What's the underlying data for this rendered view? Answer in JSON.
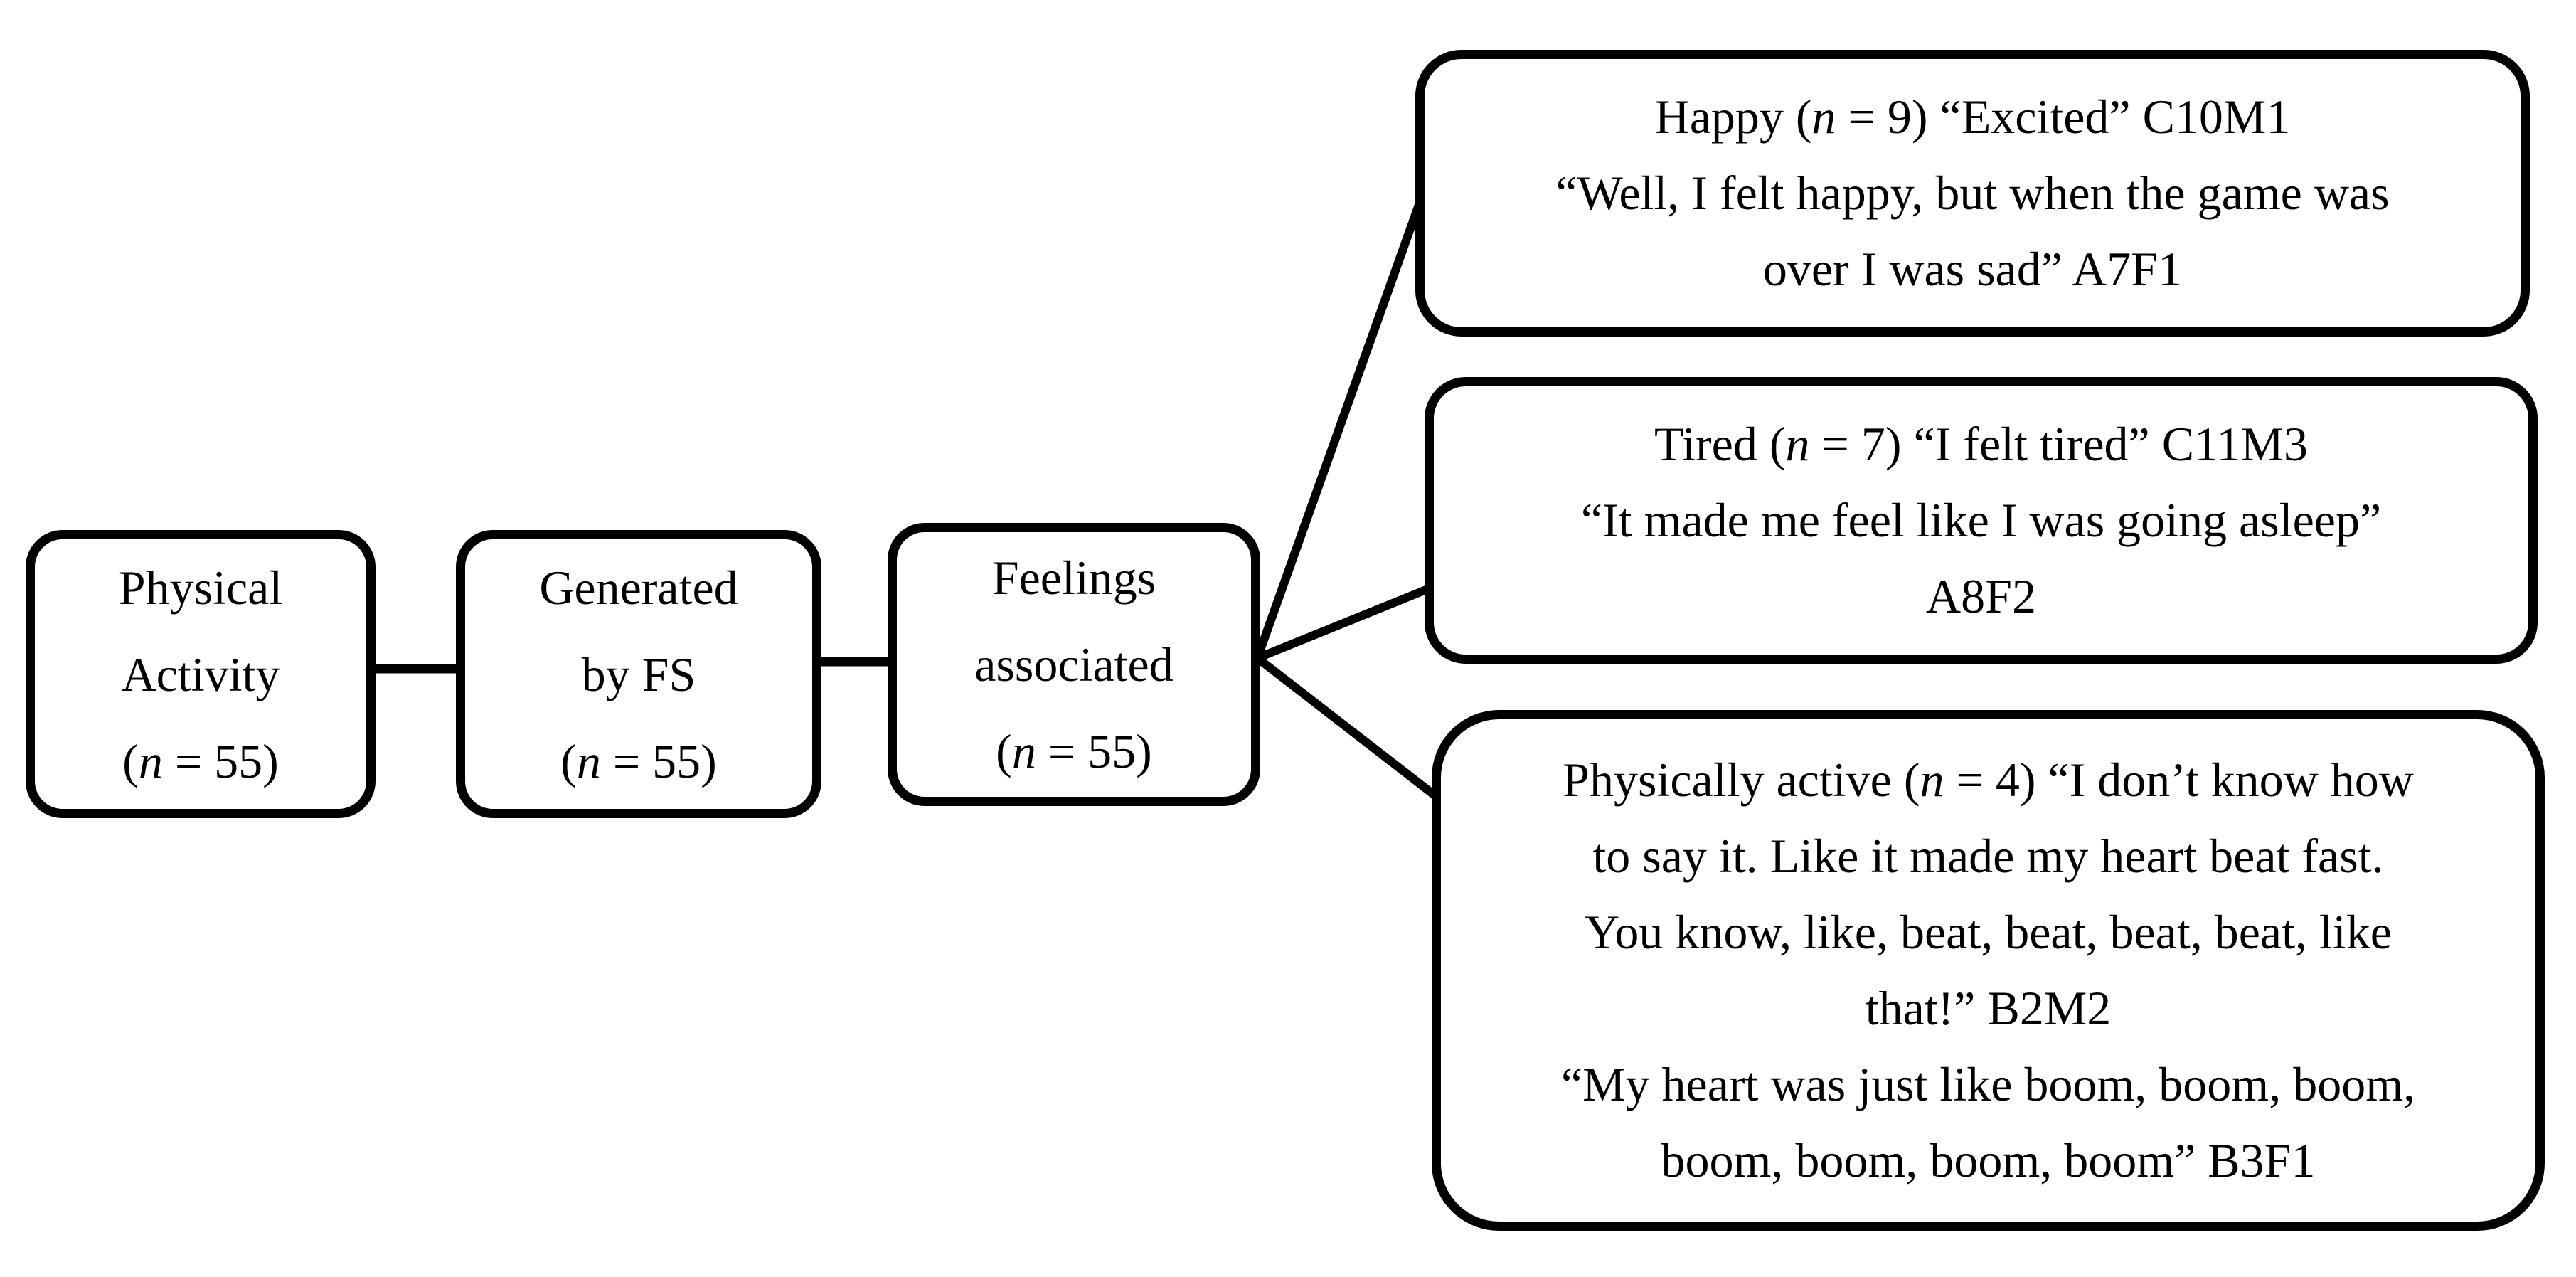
{
  "figure": {
    "background_color": "#ffffff",
    "stroke_color": "#000000",
    "nodes": [
      {
        "id": "physical-activity",
        "lines": [
          [
            {
              "text": "Physical"
            }
          ],
          [
            {
              "text": "Activity"
            }
          ],
          [
            {
              "text": "("
            },
            {
              "text": "n",
              "italic": true
            },
            {
              "text": " = 55)"
            }
          ]
        ]
      },
      {
        "id": "generated-by-fs",
        "lines": [
          [
            {
              "text": "Generated"
            }
          ],
          [
            {
              "text": "by FS"
            }
          ],
          [
            {
              "text": "("
            },
            {
              "text": "n",
              "italic": true
            },
            {
              "text": " = 55)"
            }
          ]
        ]
      },
      {
        "id": "feelings-associated",
        "lines": [
          [
            {
              "text": "Feelings"
            }
          ],
          [
            {
              "text": "associated"
            }
          ],
          [
            {
              "text": "("
            },
            {
              "text": "n",
              "italic": true
            },
            {
              "text": " = 55)"
            }
          ]
        ]
      },
      {
        "id": "happy",
        "lines": [
          [
            {
              "text": "Happy ("
            },
            {
              "text": "n",
              "italic": true
            },
            {
              "text": " = 9) “Excited” C10M1"
            }
          ],
          [
            {
              "text": "“Well, I felt happy, but when the game was"
            }
          ],
          [
            {
              "text": "over I was sad” A7F1"
            }
          ]
        ]
      },
      {
        "id": "tired",
        "lines": [
          [
            {
              "text": "Tired ("
            },
            {
              "text": "n",
              "italic": true
            },
            {
              "text": " = 7) “I felt tired” C11M3"
            }
          ],
          [
            {
              "text": "“It made me feel like I was going asleep”"
            }
          ],
          [
            {
              "text": "A8F2"
            }
          ]
        ]
      },
      {
        "id": "physically-active",
        "lines": [
          [
            {
              "text": "Physically active ("
            },
            {
              "text": "n",
              "italic": true
            },
            {
              "text": " = 4) “I don’t know how"
            }
          ],
          [
            {
              "text": "to say it. Like it made my heart beat fast."
            }
          ],
          [
            {
              "text": "You know, like, beat, beat, beat, beat, like"
            }
          ],
          [
            {
              "text": "that!” B2M2"
            }
          ],
          [
            {
              "text": "“My heart was just like boom, boom, boom,"
            }
          ],
          [
            {
              "text": "boom, boom, boom, boom” B3F1"
            }
          ]
        ]
      }
    ],
    "edges": [
      {
        "from": "physical-activity",
        "to": "generated-by-fs"
      },
      {
        "from": "generated-by-fs",
        "to": "feelings-associated"
      },
      {
        "from": "feelings-associated",
        "to": "happy"
      },
      {
        "from": "feelings-associated",
        "to": "tired"
      },
      {
        "from": "feelings-associated",
        "to": "physically-active"
      }
    ]
  }
}
